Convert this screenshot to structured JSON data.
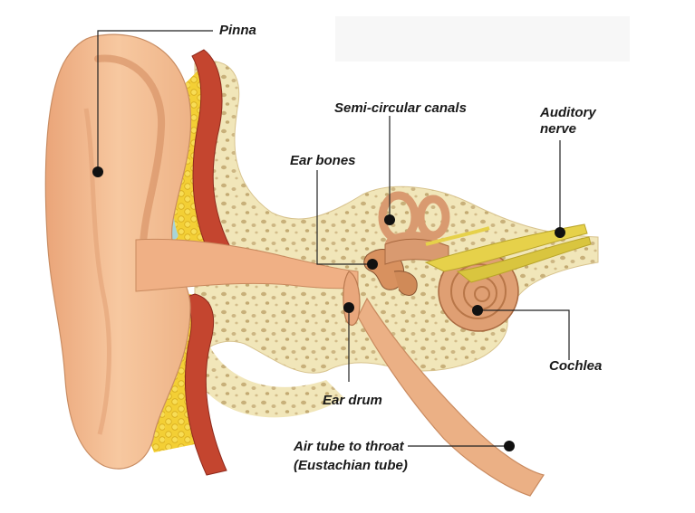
{
  "labels": {
    "pinna": "Pinna",
    "semicircular": "Semi-circular canals",
    "auditory_line1": "Auditory",
    "auditory_line2": "nerve",
    "ear_bones": "Ear bones",
    "cochlea": "Cochlea",
    "ear_drum": "Ear drum",
    "air_tube_line1": "Air tube to throat",
    "air_tube_line2": "(Eustachian tube)"
  },
  "colors": {
    "skin": "#f2b98e",
    "skin_dark": "#dd9a6c",
    "bone": "#f2e7bb",
    "bone_spot": "#c9b27a",
    "fat": "#f4d23c",
    "muscle": "#c4452f",
    "nerve": "#e8d44a",
    "inner_ear": "#d99a70"
  }
}
